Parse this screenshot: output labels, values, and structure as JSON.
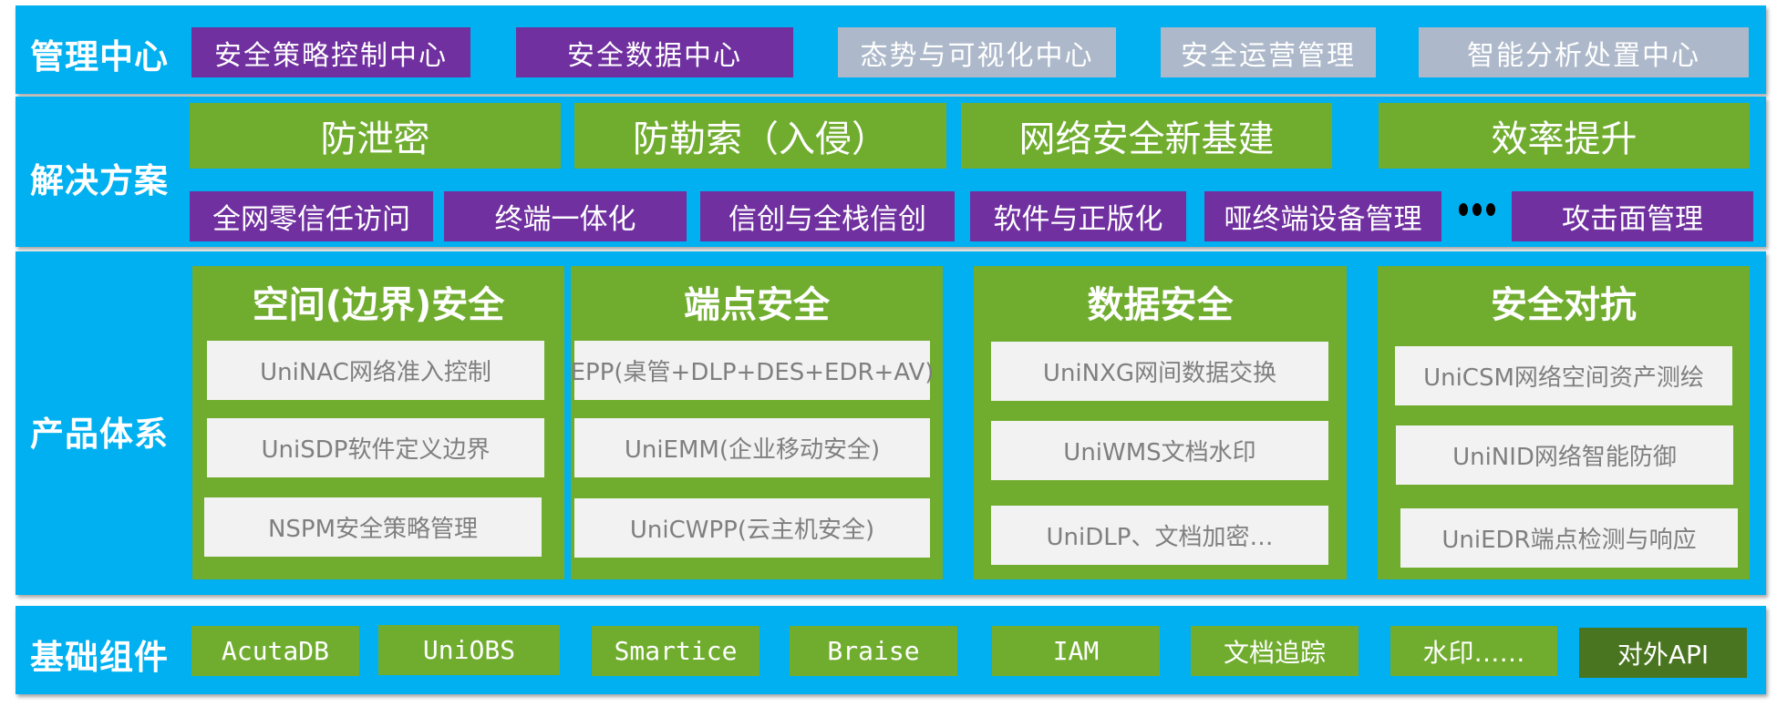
{
  "management": {
    "label": "管理中心",
    "items": [
      {
        "label": "安全策略控制中心",
        "style": "purple"
      },
      {
        "label": "安全数据中心",
        "style": "purple"
      },
      {
        "label": "态势与可视化中心",
        "style": "gray"
      },
      {
        "label": "安全运营管理",
        "style": "gray"
      },
      {
        "label": "智能分析处置中心",
        "style": "gray"
      }
    ]
  },
  "solutions": {
    "label": "解决方案",
    "primary": [
      "防泄密",
      "防勒索（入侵）",
      "网络安全新基建",
      "效率提升"
    ],
    "secondary": [
      "全网零信任访问",
      "终端一体化",
      "信创与全栈信创",
      "软件与正版化",
      "哑终端设备管理",
      "攻击面管理"
    ],
    "more_icon": "ellipsis-icon"
  },
  "products": {
    "label": "产品体系",
    "columns": [
      {
        "title": "空间(边界)安全",
        "items": [
          "UniNAC网络准入控制",
          "UniSDP软件定义边界",
          "NSPM安全策略管理"
        ]
      },
      {
        "title": "端点安全",
        "items": [
          "EPP(桌管+DLP+DES+EDR+AV)",
          "UniEMM(企业移动安全)",
          "UniCWPP(云主机安全)"
        ]
      },
      {
        "title": "数据安全",
        "items": [
          "UniNXG网间数据交换",
          "UniWMS文档水印",
          "UniDLP、文档加密…"
        ]
      },
      {
        "title": "安全对抗",
        "items": [
          "UniCSM网络空间资产测绘",
          "UniNID网络智能防御",
          "UniEDR端点检测与响应"
        ]
      }
    ]
  },
  "foundation": {
    "label": "基础组件",
    "items": [
      "AcutaDB",
      "UniOBS",
      "Smartice",
      "Braise",
      "IAM",
      "文档追踪",
      "水印……",
      "对外API"
    ]
  },
  "colors": {
    "band": "#00b0f0",
    "purple": "#7030a0",
    "gray": "#adb9ca",
    "green": "#70ad2f",
    "dark_green": "#4a7520",
    "item_bg": "#f2f2f2",
    "item_text": "#7f7f7f"
  }
}
